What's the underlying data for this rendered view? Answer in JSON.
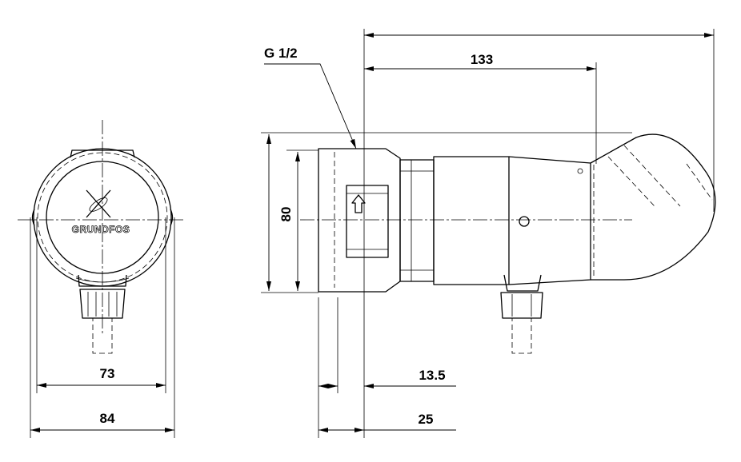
{
  "labels": {
    "thread": "G 1/2",
    "length": "133",
    "height": "80",
    "width_inner": "73",
    "width_outer": "84",
    "offset_small": "13.5",
    "offset_large": "25"
  },
  "logo": {
    "text": "GRUNDFOS"
  }
}
